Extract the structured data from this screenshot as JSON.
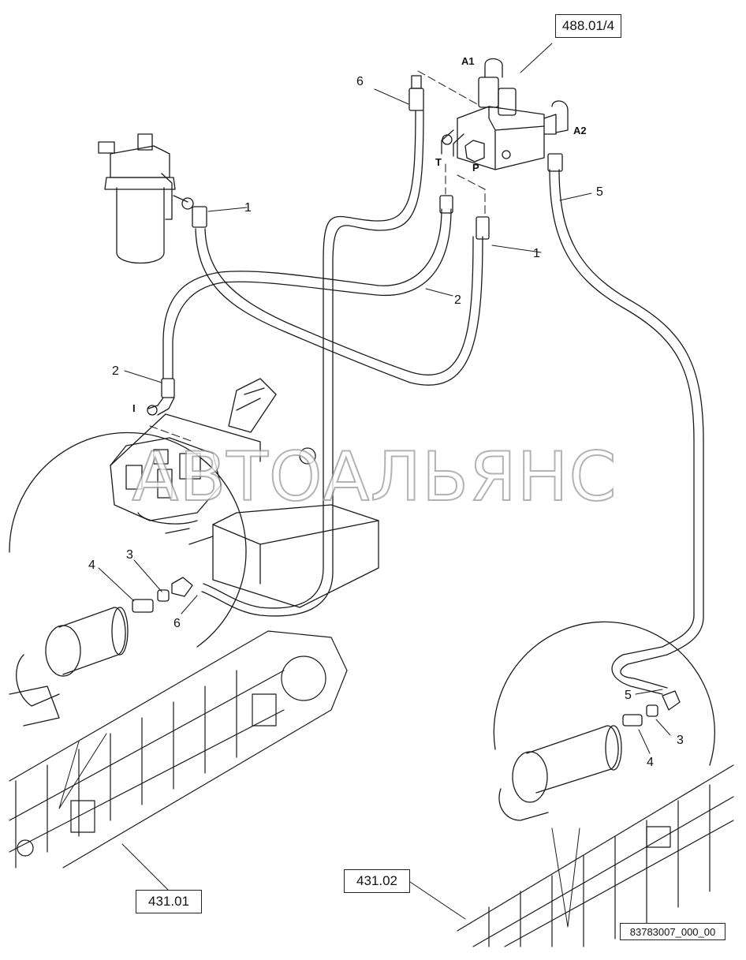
{
  "reference_boxes": {
    "valve_block": "488.01/4",
    "left_track_motor": "431.01",
    "right_track_motor": "431.02"
  },
  "drawing_id": "83783007_000_00",
  "watermark": "АВТОАЛЬЯНС",
  "ports": {
    "a1": "A1",
    "a2": "A2",
    "t": "T",
    "p": "P",
    "i": "I"
  },
  "callouts": {
    "hose1_filter": "1",
    "hose1_block": "1",
    "hose2_upper": "2",
    "hose2_left": "2",
    "hose5": "5",
    "hose6_top": "6",
    "hose6_motor": "6",
    "fitting4_left": "4",
    "fitting3_left": "3",
    "hose5_right": "5",
    "fitting3_right": "3",
    "fitting4_right": "4"
  },
  "colors": {
    "line": "#1a1a1a",
    "watermark_outline": "#9a9a9a"
  }
}
